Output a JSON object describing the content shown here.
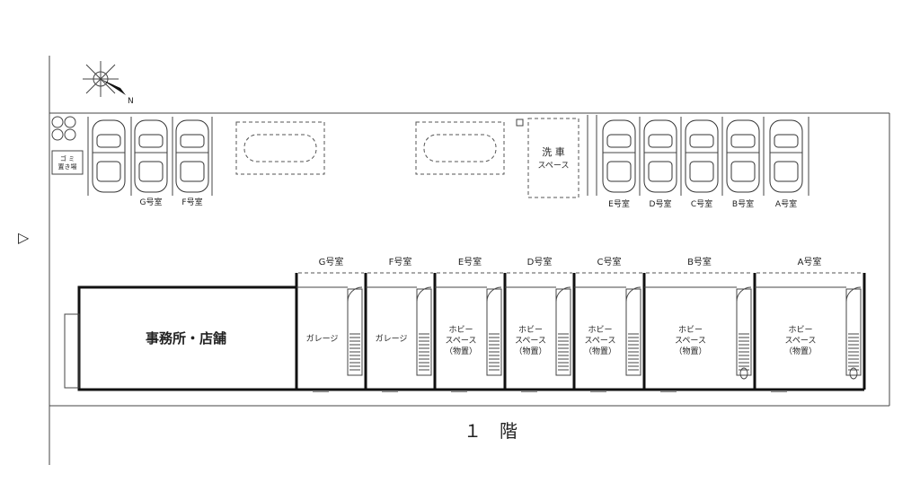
{
  "compass_label": "N",
  "entrance_arrow": "▷",
  "garbage_label": "ゴ ミ\n置き場",
  "car_wash_label": "洗 車",
  "car_wash_sub": "スペース",
  "parking_left": [
    "G号室",
    "F号室"
  ],
  "parking_right": [
    "E号室",
    "D号室",
    "C号室",
    "B号室",
    "A号室"
  ],
  "units": [
    {
      "name": "G号室",
      "use": [
        "ガレージ"
      ]
    },
    {
      "name": "F号室",
      "use": [
        "ガレージ"
      ]
    },
    {
      "name": "E号室",
      "use": [
        "ホビー",
        "スペース",
        "（物置）"
      ]
    },
    {
      "name": "D号室",
      "use": [
        "ホビー",
        "スペース",
        "（物置）"
      ]
    },
    {
      "name": "C号室",
      "use": [
        "ホビー",
        "スペース",
        "（物置）"
      ]
    },
    {
      "name": "B号室",
      "use": [
        "ホビー",
        "スペース",
        "（物置）"
      ]
    },
    {
      "name": "A号室",
      "use": [
        "ホビー",
        "スペース",
        "（物置）"
      ]
    }
  ],
  "office_label": "事務所・店舗",
  "floor_label": "１　階"
}
